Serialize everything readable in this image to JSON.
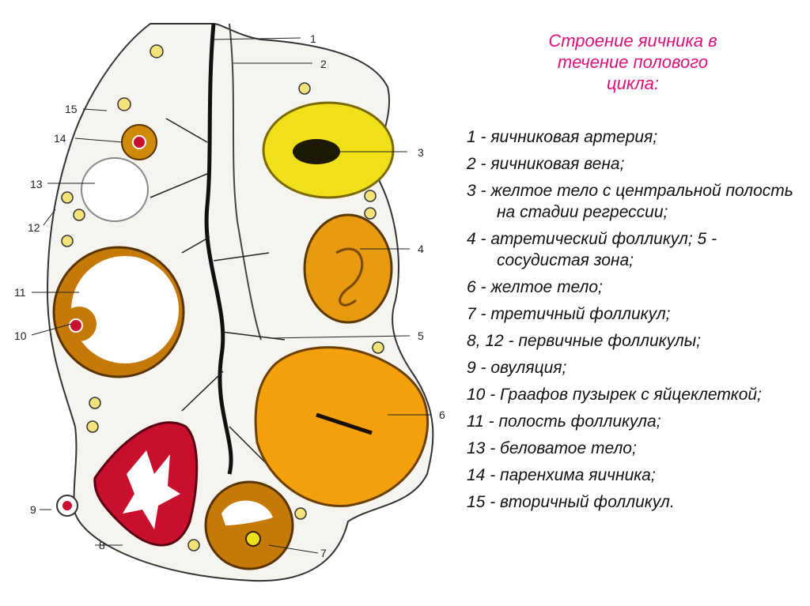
{
  "title": {
    "lines": [
      "Строение яичника в",
      "течение полового",
      "цикла:"
    ],
    "color": "#e0107a"
  },
  "legend": [
    "1 - яичниковая артерия;",
    "2 - яичниковая вена;",
    "3 - желтое тело с центральной полость на стадии регрессии;",
    "4 - атретический фолликул; 5 - сосудистая зона;",
    "6 - желтое тело;",
    "7 - третичный фолликул;",
    "8, 12 - первичные фолликулы;",
    "9 - овуляция;",
    "10 - Граафов пузырек с яйцеклеткой;",
    "11 - полость фолликула;",
    "13 - беловатое тело;",
    "14 - паренхима яичника;",
    "15 - вторичный фолликул."
  ],
  "diagram": {
    "labels": [
      "1",
      "2",
      "3",
      "4",
      "5",
      "6",
      "7",
      "8",
      "9",
      "10",
      "11",
      "12",
      "13",
      "14",
      "15"
    ],
    "colors": {
      "yellow_body": "#f0e01a",
      "luteum": "#f2a10c",
      "follicle_wall": "#d08a0a",
      "ovulation": "#c8102e",
      "vessel": "#111111"
    }
  }
}
